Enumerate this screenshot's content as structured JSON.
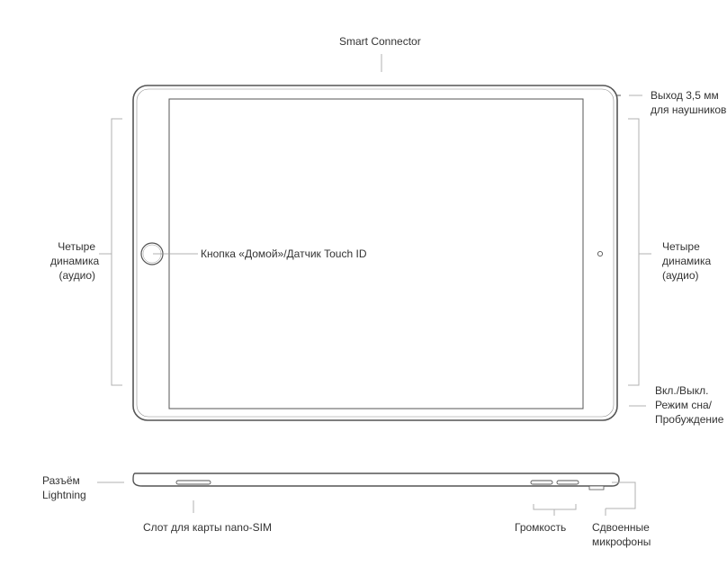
{
  "labels": {
    "smart_connector": "Smart Connector",
    "headphone_jack": [
      "Выход 3,5 мм",
      "для наушников"
    ],
    "speakers_left": [
      "Четыре",
      "динамика",
      "(аудио)"
    ],
    "speakers_right": [
      "Четыре",
      "динамика",
      "(аудио)"
    ],
    "home_button": "Кнопка «Домой»/Датчик Touch ID",
    "power_button": [
      "Вкл./Выкл.",
      "Режим сна/",
      "Пробуждение"
    ],
    "lightning": [
      "Разъём",
      "Lightning"
    ],
    "sim_slot": "Слот для карты nano-SIM",
    "volume": "Громкость",
    "microphones": [
      "Сдвоенные",
      "микрофоны"
    ]
  },
  "colors": {
    "outline": "#555555",
    "leader": "#b0b0b0",
    "text": "#333333",
    "background": "#ffffff"
  }
}
